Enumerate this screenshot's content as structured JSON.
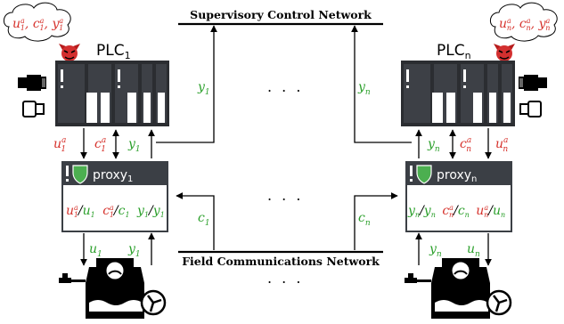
{
  "networks": {
    "supervisory": "Supervisory Control Network",
    "field": "Field Communications Network"
  },
  "ellipsis": ". . .",
  "left": {
    "plc_base": "PLC",
    "plc_sub": "1",
    "cloud": {
      "a": "u",
      "a_sub": "1",
      "b": "c",
      "b_sub": "1",
      "c": "y",
      "c_sub": "1",
      "sup": "a"
    },
    "proxy_base": "proxy",
    "proxy_sub": "1",
    "idx": "1",
    "sup": "a",
    "u": "u",
    "c": "c",
    "y": "y"
  },
  "right": {
    "plc_base": "PLC",
    "plc_sub": "n",
    "cloud": {
      "a": "u",
      "a_sub": "n",
      "b": "c",
      "b_sub": "n",
      "c": "y",
      "c_sub": "n",
      "sup": "a"
    },
    "proxy_base": "proxy",
    "proxy_sub": "n",
    "idx": "n",
    "sup": "a",
    "u": "u",
    "c": "c",
    "y": "y"
  },
  "colors": {
    "attack": "#d6322c",
    "legit": "#2ca02c",
    "proxy_header": "#3b3f45",
    "shield": "#4caf50"
  }
}
